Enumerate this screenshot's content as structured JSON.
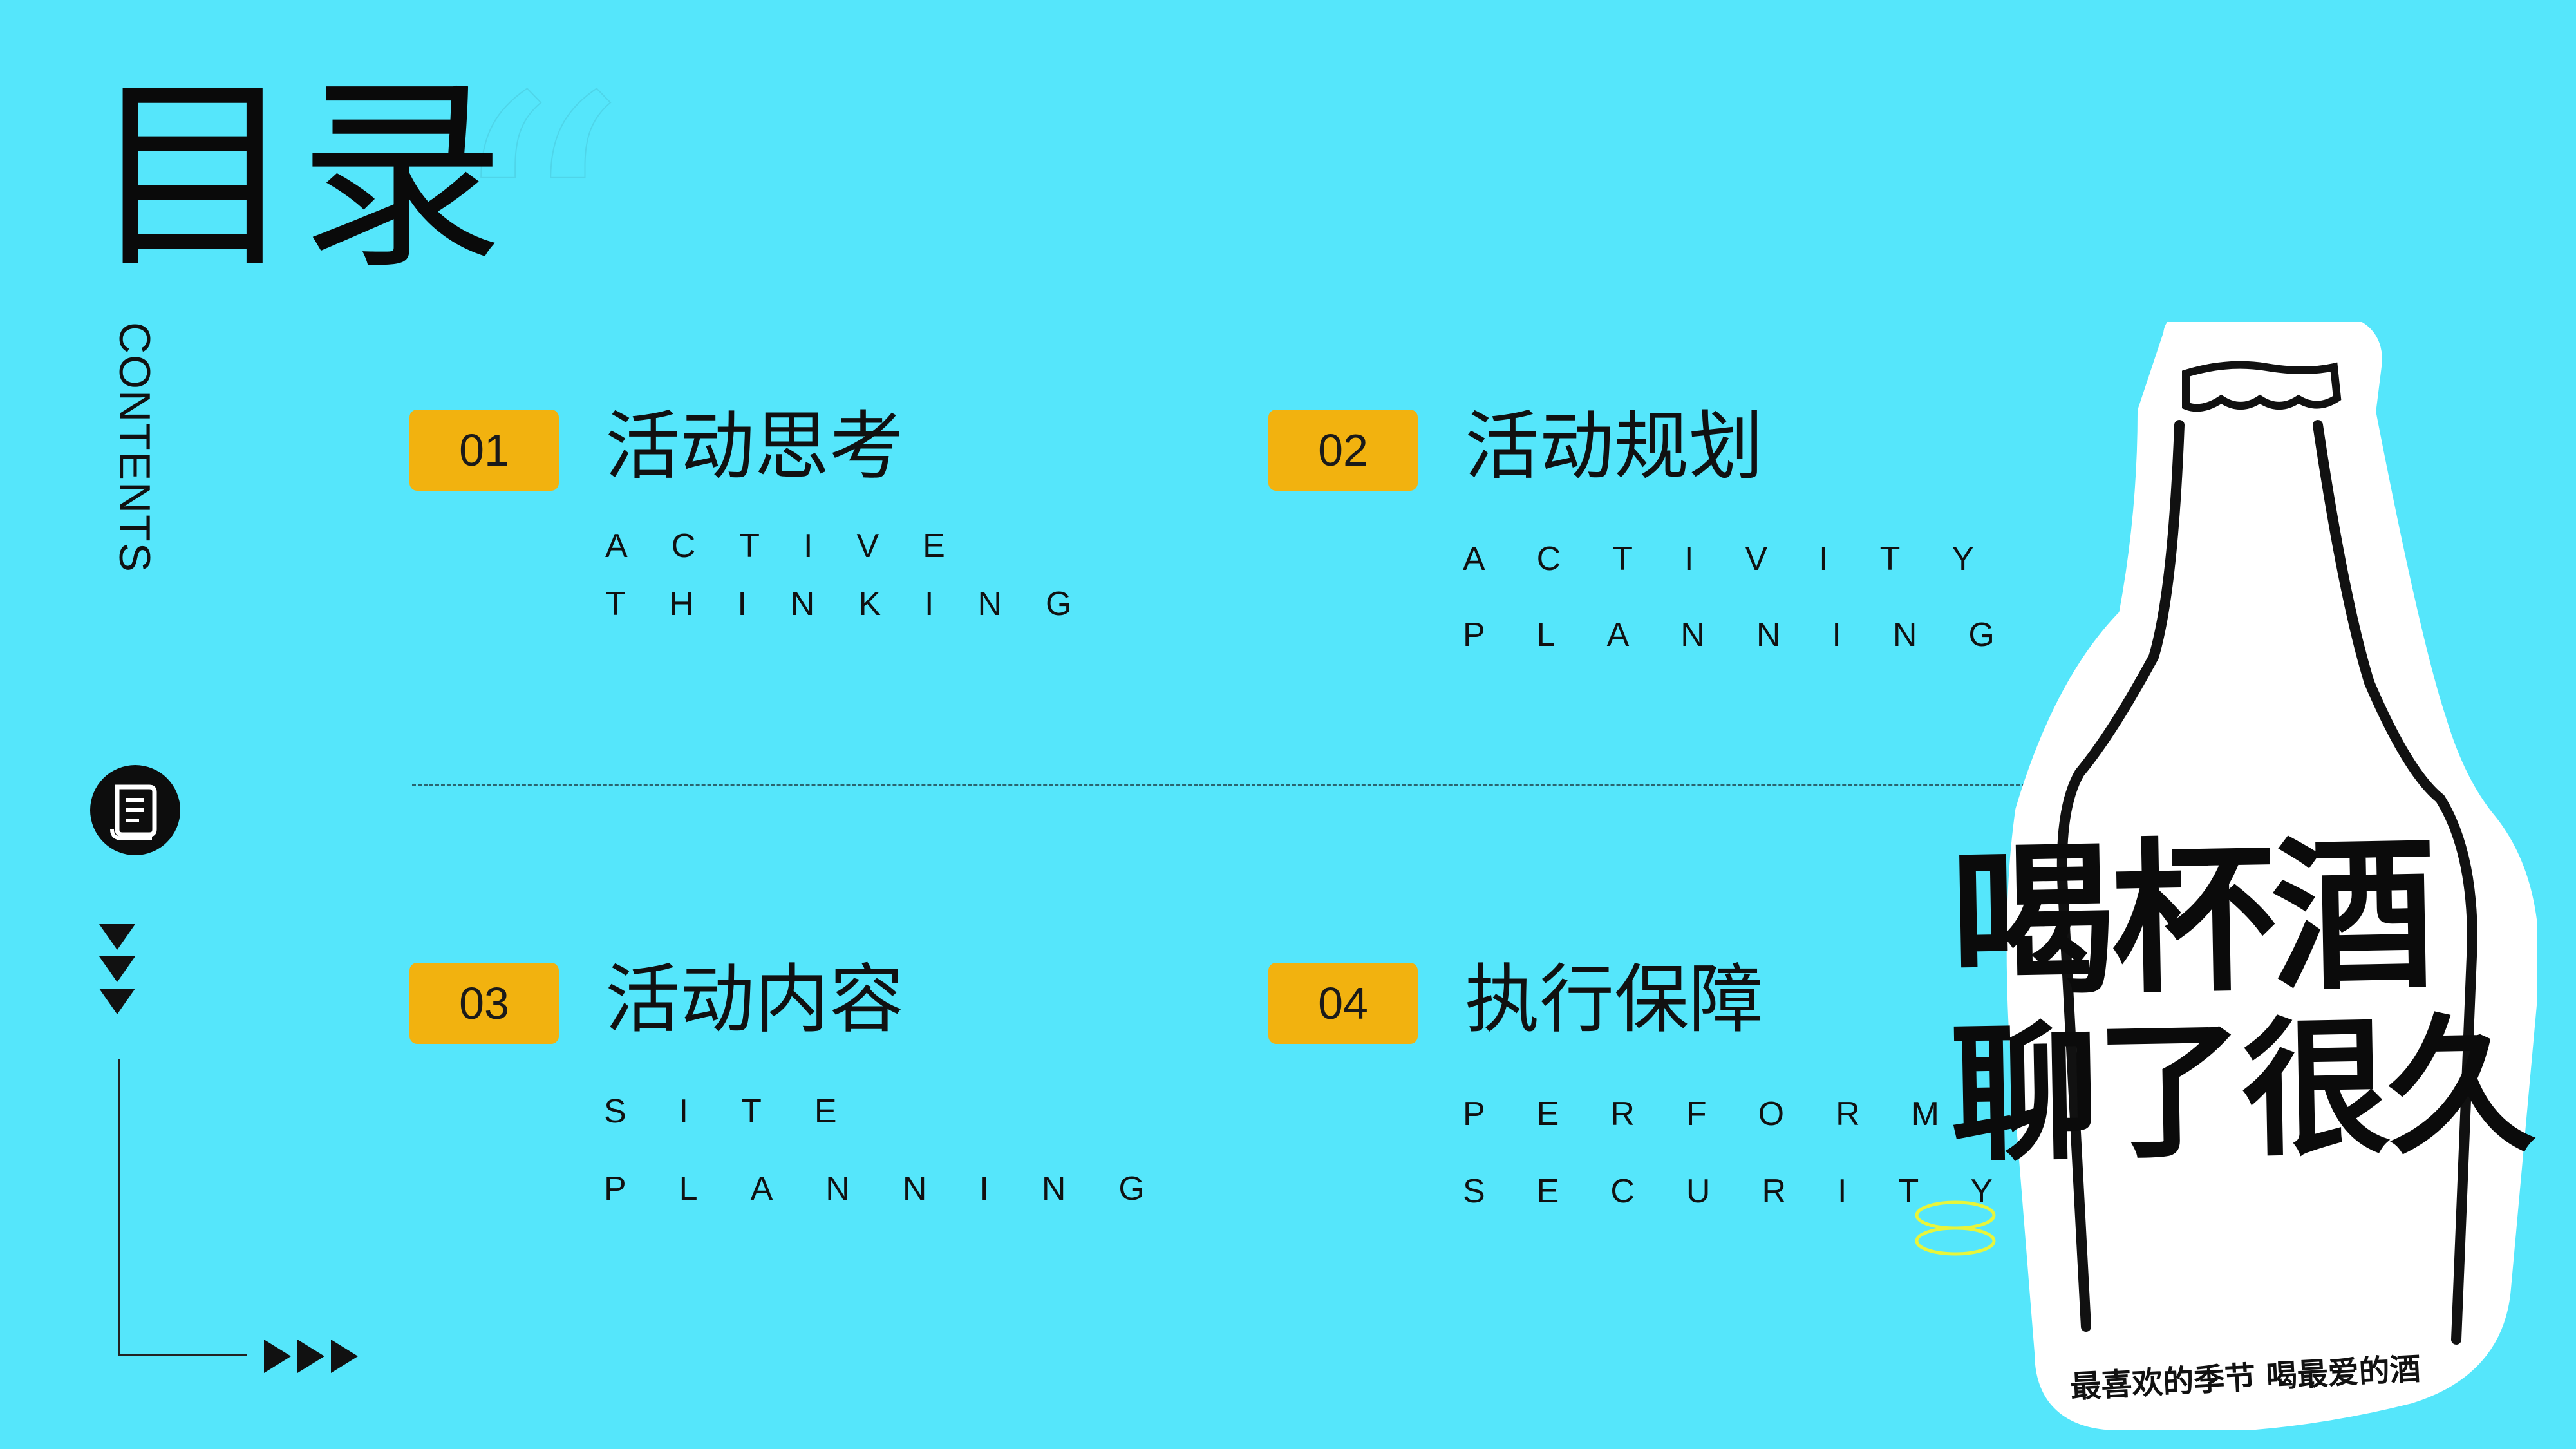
{
  "page": {
    "background": "#55e6fb",
    "title": "目录",
    "contents_label": "CONTENTS"
  },
  "colors": {
    "badge": "#f2b20f",
    "text": "#111111",
    "bottle_fill": "#ffffff",
    "ring": "#e8f53a"
  },
  "items": [
    {
      "num": "01",
      "title": "活动思考",
      "sub1": "ACTIVE",
      "sub2": "THINKING"
    },
    {
      "num": "02",
      "title": "活动规划",
      "sub1": "ACTIVITY",
      "sub2": "PLANNING"
    },
    {
      "num": "03",
      "title": "活动内容",
      "sub1": "SITE",
      "sub2": "PLANNING"
    },
    {
      "num": "04",
      "title": "执行保障",
      "sub1": "PERFORM",
      "sub2": "SECURITY"
    }
  ],
  "bottle": {
    "line1": "喝杯酒",
    "line2": "聊了很久",
    "slogan": "最喜欢的季节 喝最爱的酒"
  },
  "icons": {
    "circle_icon": "document-icon",
    "down_arrows": "triangle-down-icon",
    "right_arrows": "triangle-right-icon"
  }
}
